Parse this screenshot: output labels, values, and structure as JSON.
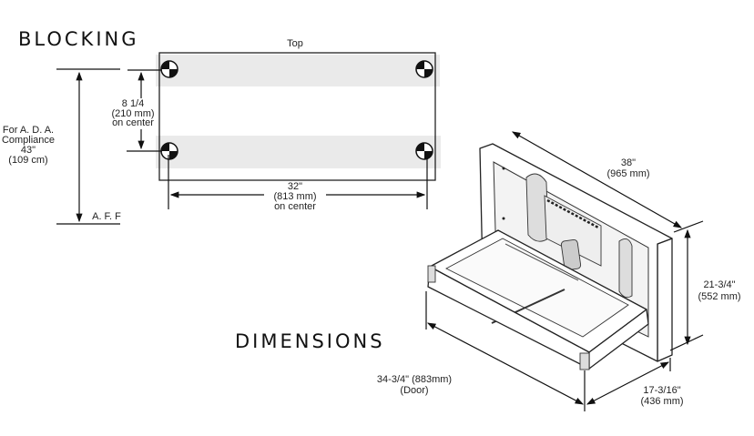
{
  "blocking": {
    "heading": "BLOCKING",
    "top_label": "Top",
    "ada_label": [
      "For A. D. A.",
      "Compliance",
      "43\"",
      "(109 cm)"
    ],
    "aff_label": "A. F. F",
    "vertical_spacing": [
      "8 1/4",
      "(210 mm)",
      "on center"
    ],
    "horizontal_spacing": [
      "32\"",
      "(813 mm)",
      "on center"
    ]
  },
  "dimensions": {
    "heading": "DIMENSIONS",
    "width": [
      "38\"",
      "(965 mm)"
    ],
    "height": [
      "21-3/4\"",
      "(552 mm)"
    ],
    "door": [
      "34-3/4\" (883mm)",
      "(Door)"
    ],
    "depth": [
      "17-3/16\"",
      "(436 mm)"
    ]
  }
}
